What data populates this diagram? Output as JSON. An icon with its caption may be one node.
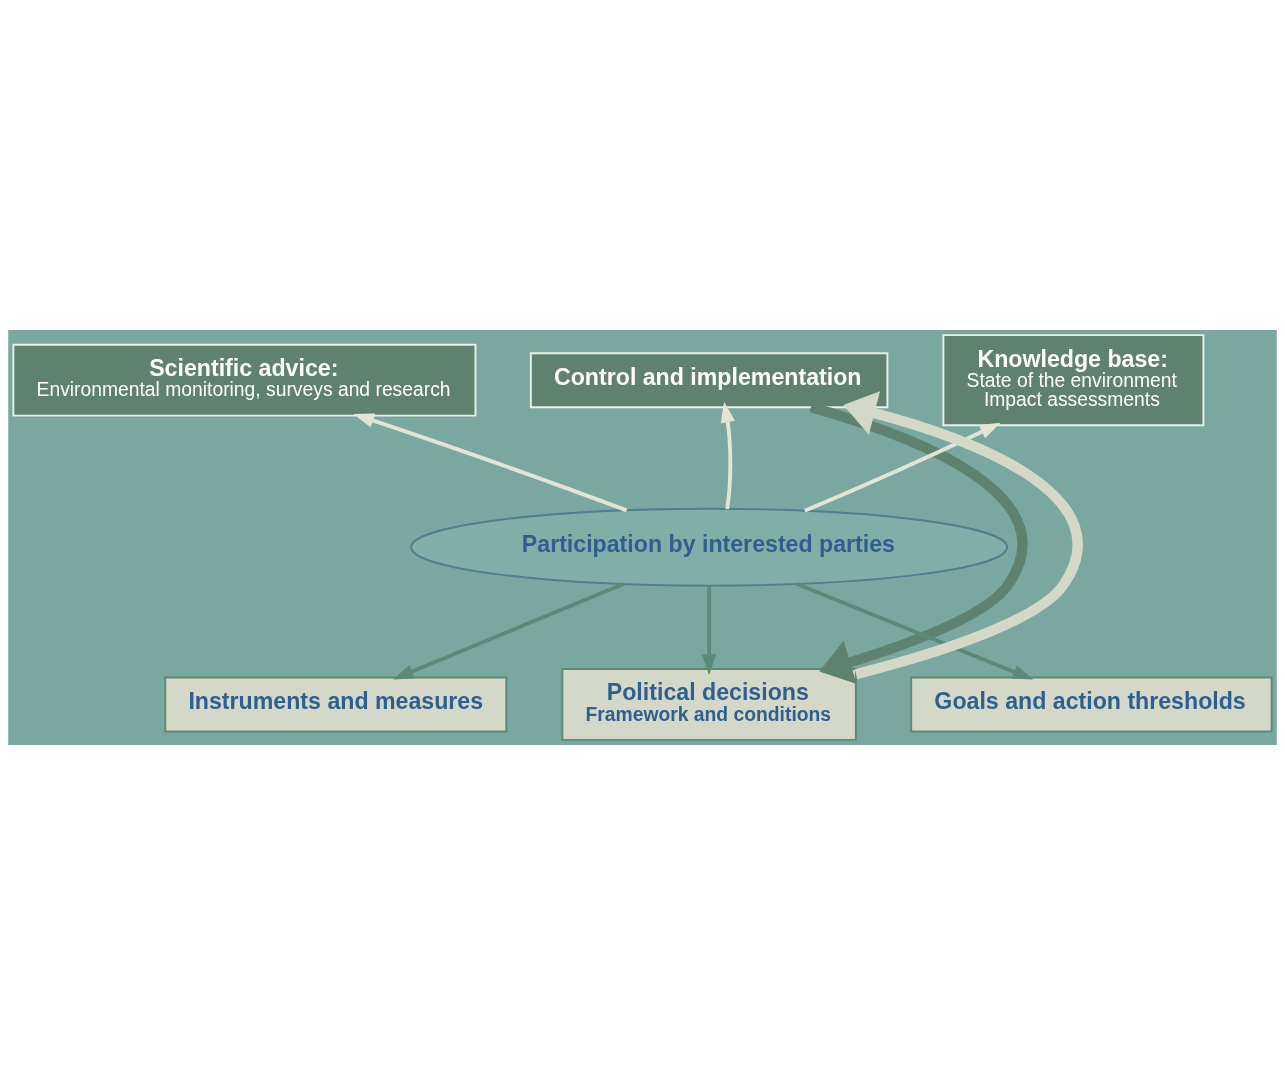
{
  "diagram": {
    "nodes": [
      {
        "text": [
          "Scientific advice:",
          "Environmental monitoring, surveys and research"
        ]
      },
      {
        "text": [
          "Control and implementation"
        ]
      },
      {
        "text": [
          "Knowledge base:",
          "State of the environment",
          "Impact assessments"
        ]
      },
      {
        "text": [
          "Participation by interested parties"
        ]
      },
      {
        "text": [
          "Instruments and measures"
        ]
      },
      {
        "text": [
          "Political decisions",
          "Framework and conditions"
        ]
      },
      {
        "text": [
          "Goals and action thresholds"
        ]
      }
    ],
    "edges": [
      {
        "from": 3,
        "to": 1,
        "arrow": "to",
        "color": "#e4e4d6"
      },
      {
        "from": 3,
        "to": 0,
        "arrow": "to",
        "color": "#e4e4d6"
      },
      {
        "from": 3,
        "to": 2,
        "arrow": "to",
        "color": "#e4e4d6"
      },
      {
        "from": 3,
        "to": 4,
        "arrow": "to",
        "color": "#5a8a78"
      },
      {
        "from": 3,
        "to": 6,
        "arrow": "to",
        "color": "#5a8a78"
      },
      {
        "from": 3,
        "to": 5,
        "arrow": "to",
        "color": "#5a8a78"
      },
      {
        "from": 1,
        "to": 5,
        "arrow": "to",
        "style": "thick",
        "color": "#5f8270"
      },
      {
        "from": 5,
        "to": 1,
        "arrow": "to",
        "style": "thick",
        "color": "#d4d8c8"
      }
    ]
  }
}
